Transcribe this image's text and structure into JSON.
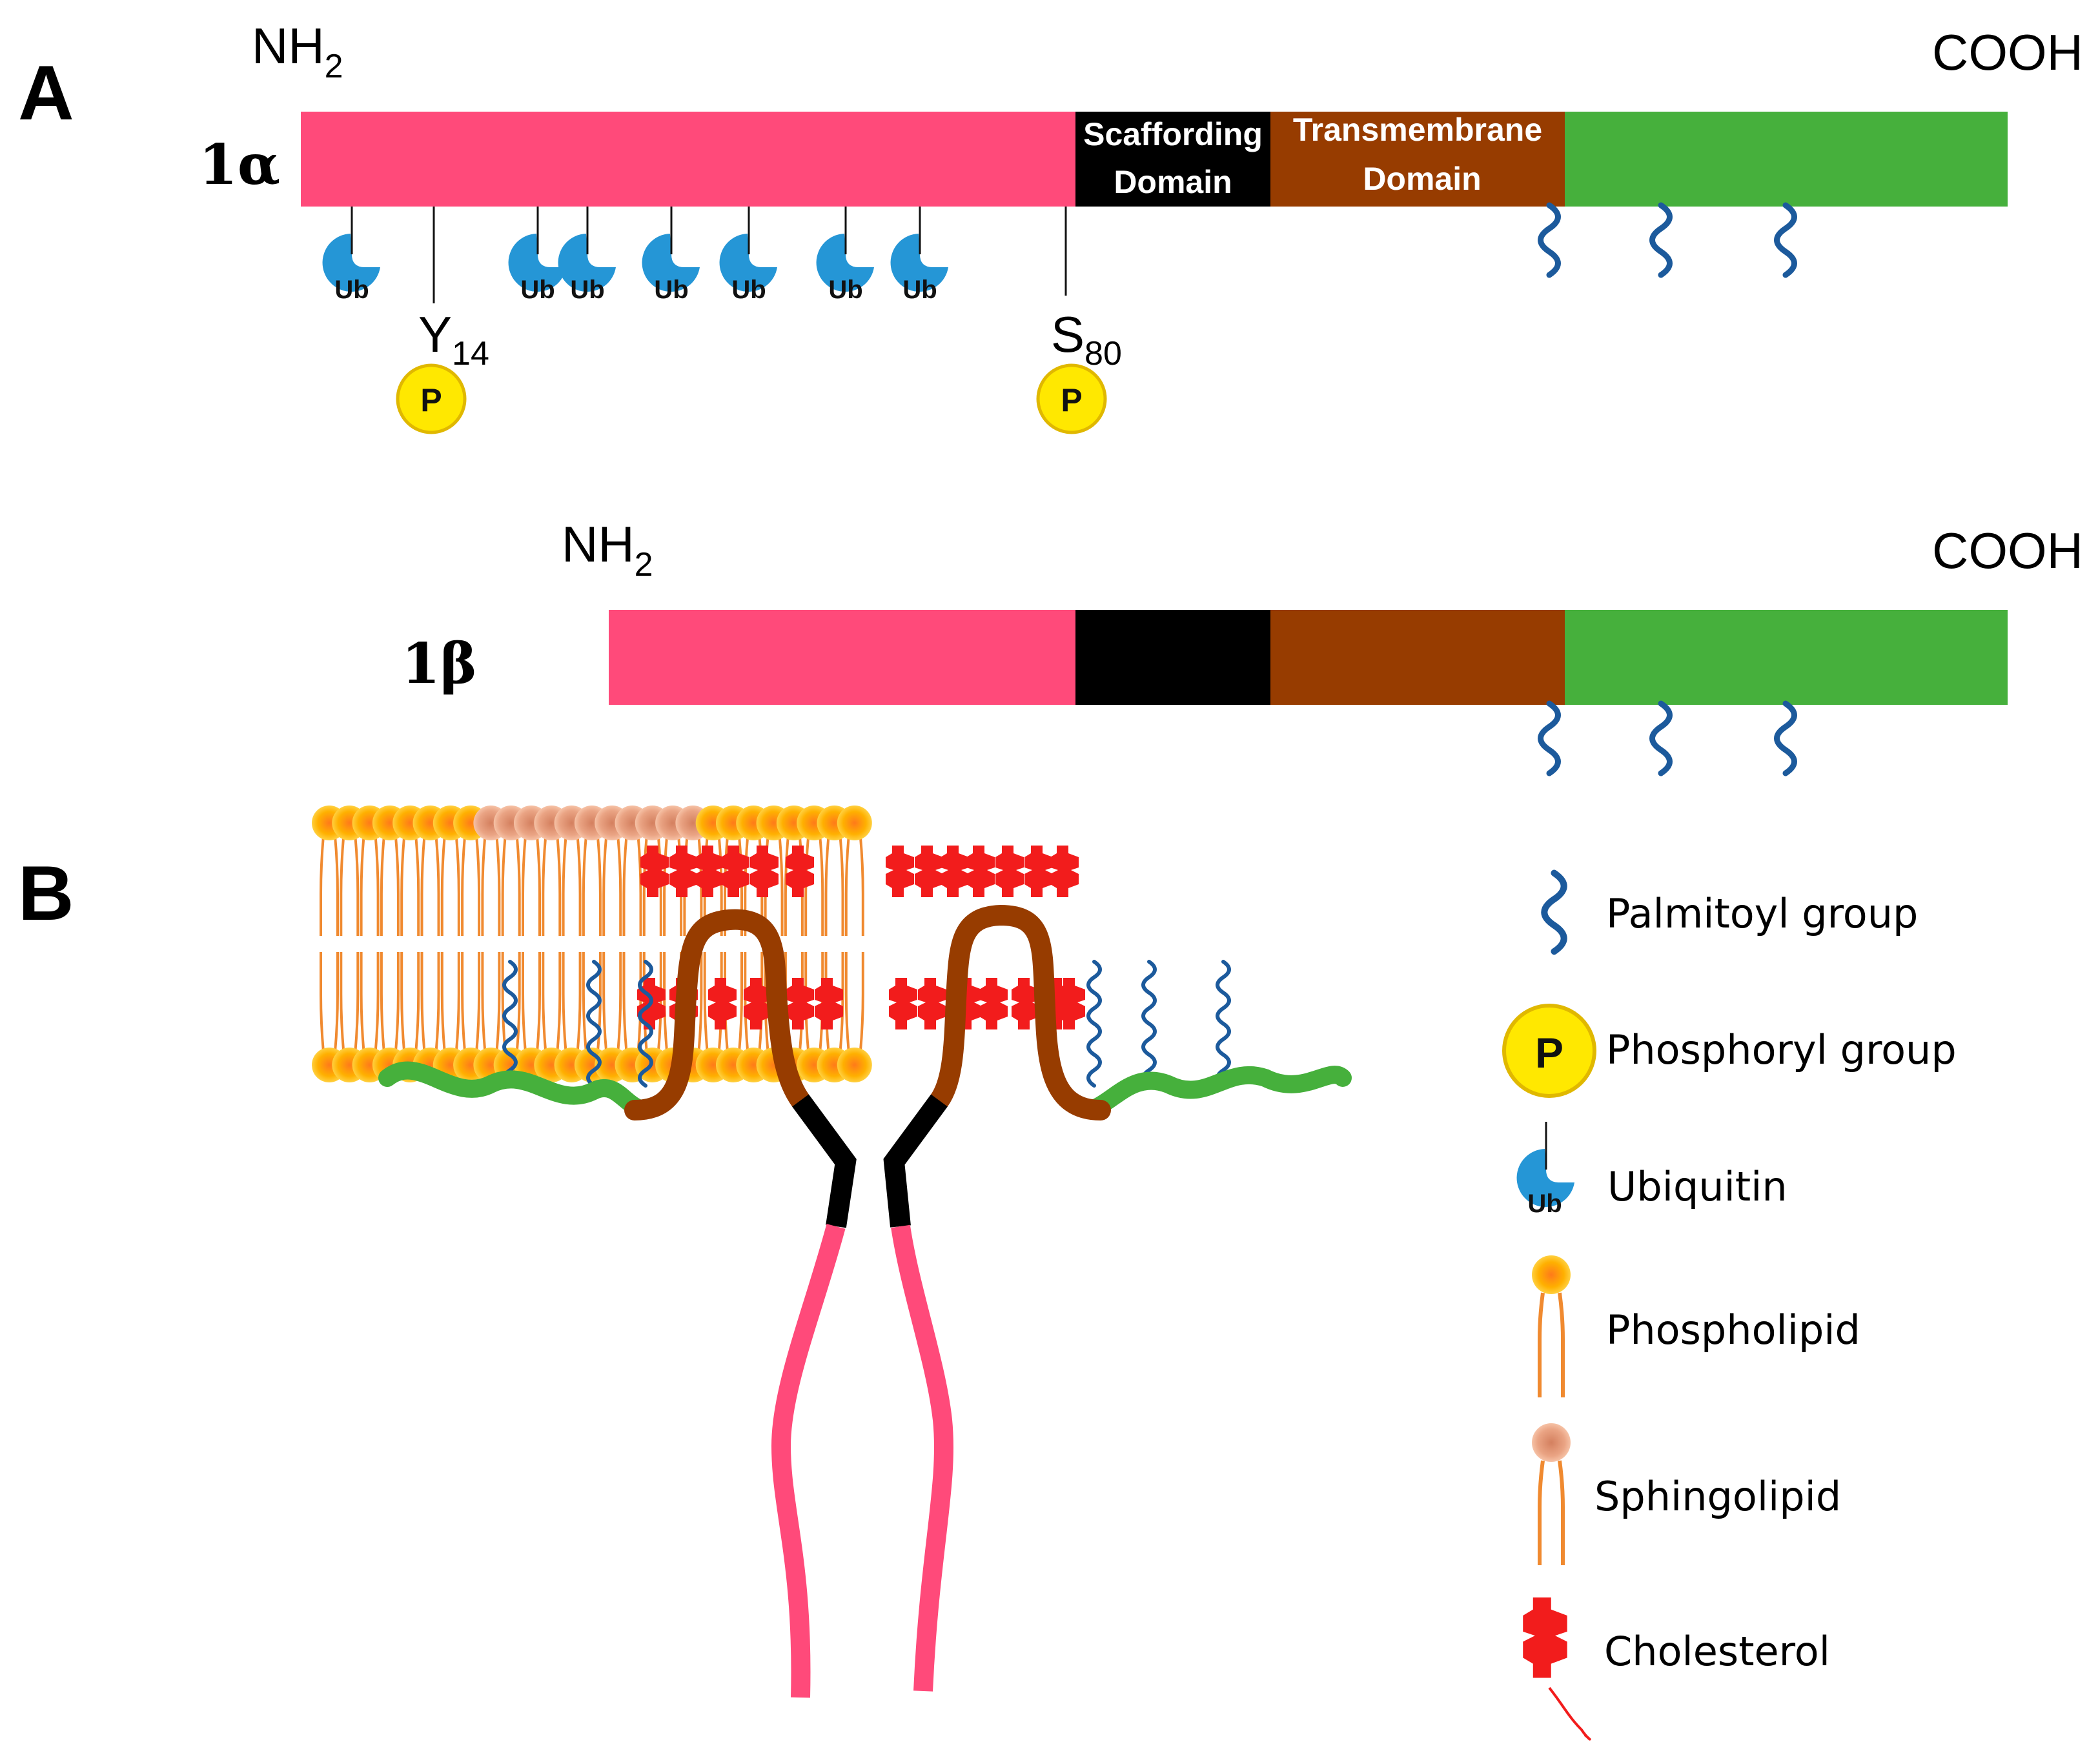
{
  "panels": {
    "a": "A",
    "b": "B"
  },
  "isoform_alpha": {
    "name": "1α",
    "n_terminus": "NH",
    "n_subscript": "2",
    "c_terminus": "COOH",
    "domains": {
      "scaffolding_line1": "Scaffording",
      "scaffolding_line2": "Domain",
      "transmembrane_line1": "Transmembrane",
      "transmembrane_line2": "Domain"
    },
    "sites": {
      "y_letter": "Y",
      "y_number": "14",
      "s_letter": "S",
      "s_number": "80"
    }
  },
  "isoform_beta": {
    "name": "1β",
    "n_terminus": "NH",
    "n_subscript": "2",
    "c_terminus": "COOH"
  },
  "symbols": {
    "ubiquitin": "Ub",
    "phosphate": "P"
  },
  "legend": {
    "palmitoyl": "Palmitoyl group",
    "phosphoryl": "Phosphoryl group",
    "ubiquitin": "Ubiquitin",
    "phospholipid": "Phospholipid",
    "sphingolipid": "Sphingolipid",
    "cholesterol": "Cholesterol"
  },
  "colors": {
    "n_terminal_domain": "#ff4a7a",
    "scaffolding_domain": "#000000",
    "transmembrane_domain": "#973c00",
    "c_terminal_domain": "#46b03c",
    "ubiquitin": "#2596d6",
    "phosphate": "#ffe800",
    "palmitoyl": "#1c5a9c",
    "phospholipid_head": "#ffb000",
    "sphingolipid_head": "#e89a7a",
    "lipid_tail": "#f08a30",
    "cholesterol": "#f21c1c"
  }
}
